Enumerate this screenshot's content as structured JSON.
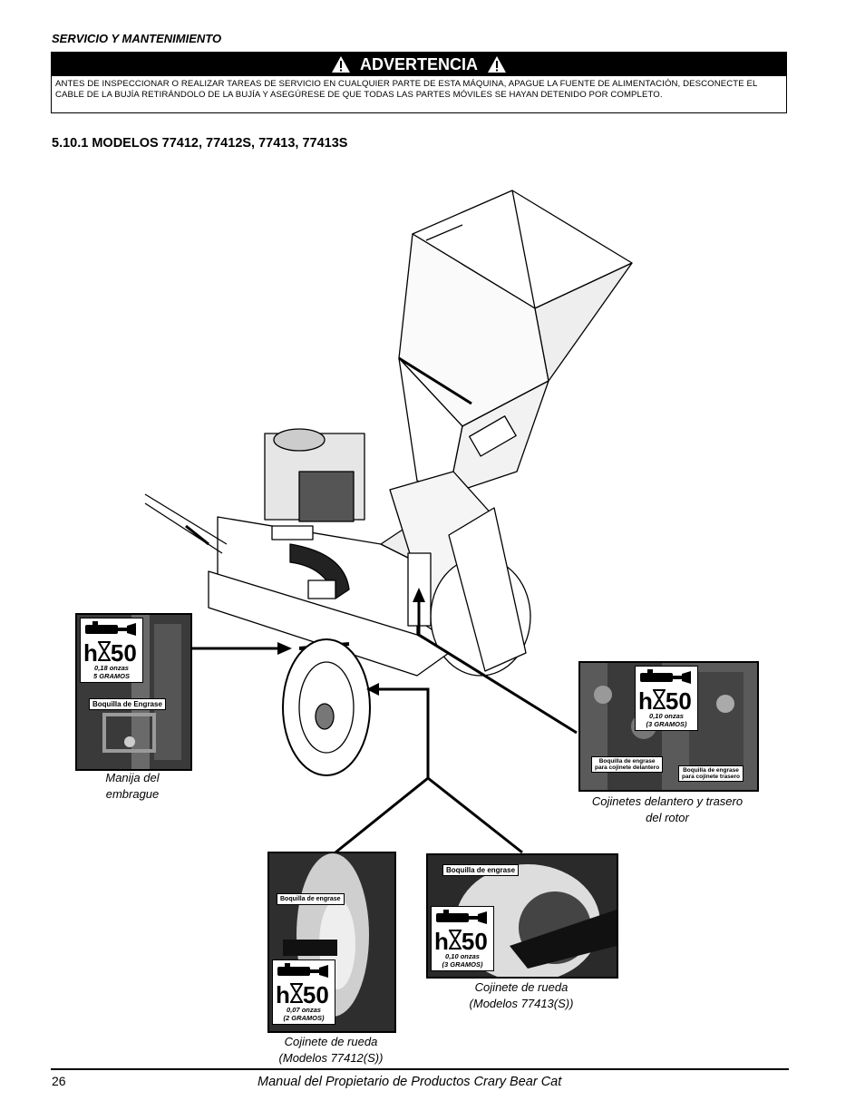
{
  "header": {
    "section": "SERVICIO Y MANTENIMIENTO"
  },
  "warning": {
    "title": "ADVERTENCIA",
    "text": "ANTES DE INSPECCIONAR O REALIZAR TAREAS DE SERVICIO EN CUALQUIER PARTE DE ESTA MÁQUINA, APAGUE LA FUENTE DE ALIMENTACIÓN, DESCONECTE EL CABLE DE LA BUJÍA RETIRÁNDOLO DE LA BUJÍA Y ASEGÚRESE DE QUE TODAS LAS PARTES MÓVILES SE HAYAN DETENIDO POR COMPLETO."
  },
  "subsection": {
    "title": "5.10.1  MODELOS 77412, 77412S, 77413, 77413S"
  },
  "grease_points": {
    "clutch": {
      "hours": "50",
      "amount_line1": "0,18 onzas",
      "amount_line2": "5 GRAMOS",
      "tag": "Boquilla de Engrase",
      "caption_line1": "Manija del",
      "caption_line2": "embrague"
    },
    "rotor": {
      "hours": "50",
      "amount_line1": "0,10 onzas",
      "amount_line2": "(3 GRAMOS)",
      "tag_front_line1": "Boquilla de engrase",
      "tag_front_line2": "para cojinete delantero",
      "tag_rear_line1": "Boquilla de engrase",
      "tag_rear_line2": "para cojinete trasero",
      "caption_line1": "Cojinetes delantero y trasero",
      "caption_line2": "del rotor"
    },
    "wheel_77412": {
      "hours": "50",
      "amount_line1": "0,07 onzas",
      "amount_line2": "(2 GRAMOS)",
      "tag": "Boquilla de engrase",
      "caption_line1": "Cojinete de rueda",
      "caption_line2": "(Modelos 77412(S))"
    },
    "wheel_77413": {
      "hours": "50",
      "amount_line1": "0,10 onzas",
      "amount_line2": "(3 GRAMOS)",
      "tag": "Boquilla de engrase",
      "caption_line1": "Cojinete de rueda",
      "caption_line2": "(Modelos 77413(S))"
    }
  },
  "footer": {
    "page_number": "26",
    "title": "Manual del Propietario de Productos Crary Bear Cat"
  }
}
